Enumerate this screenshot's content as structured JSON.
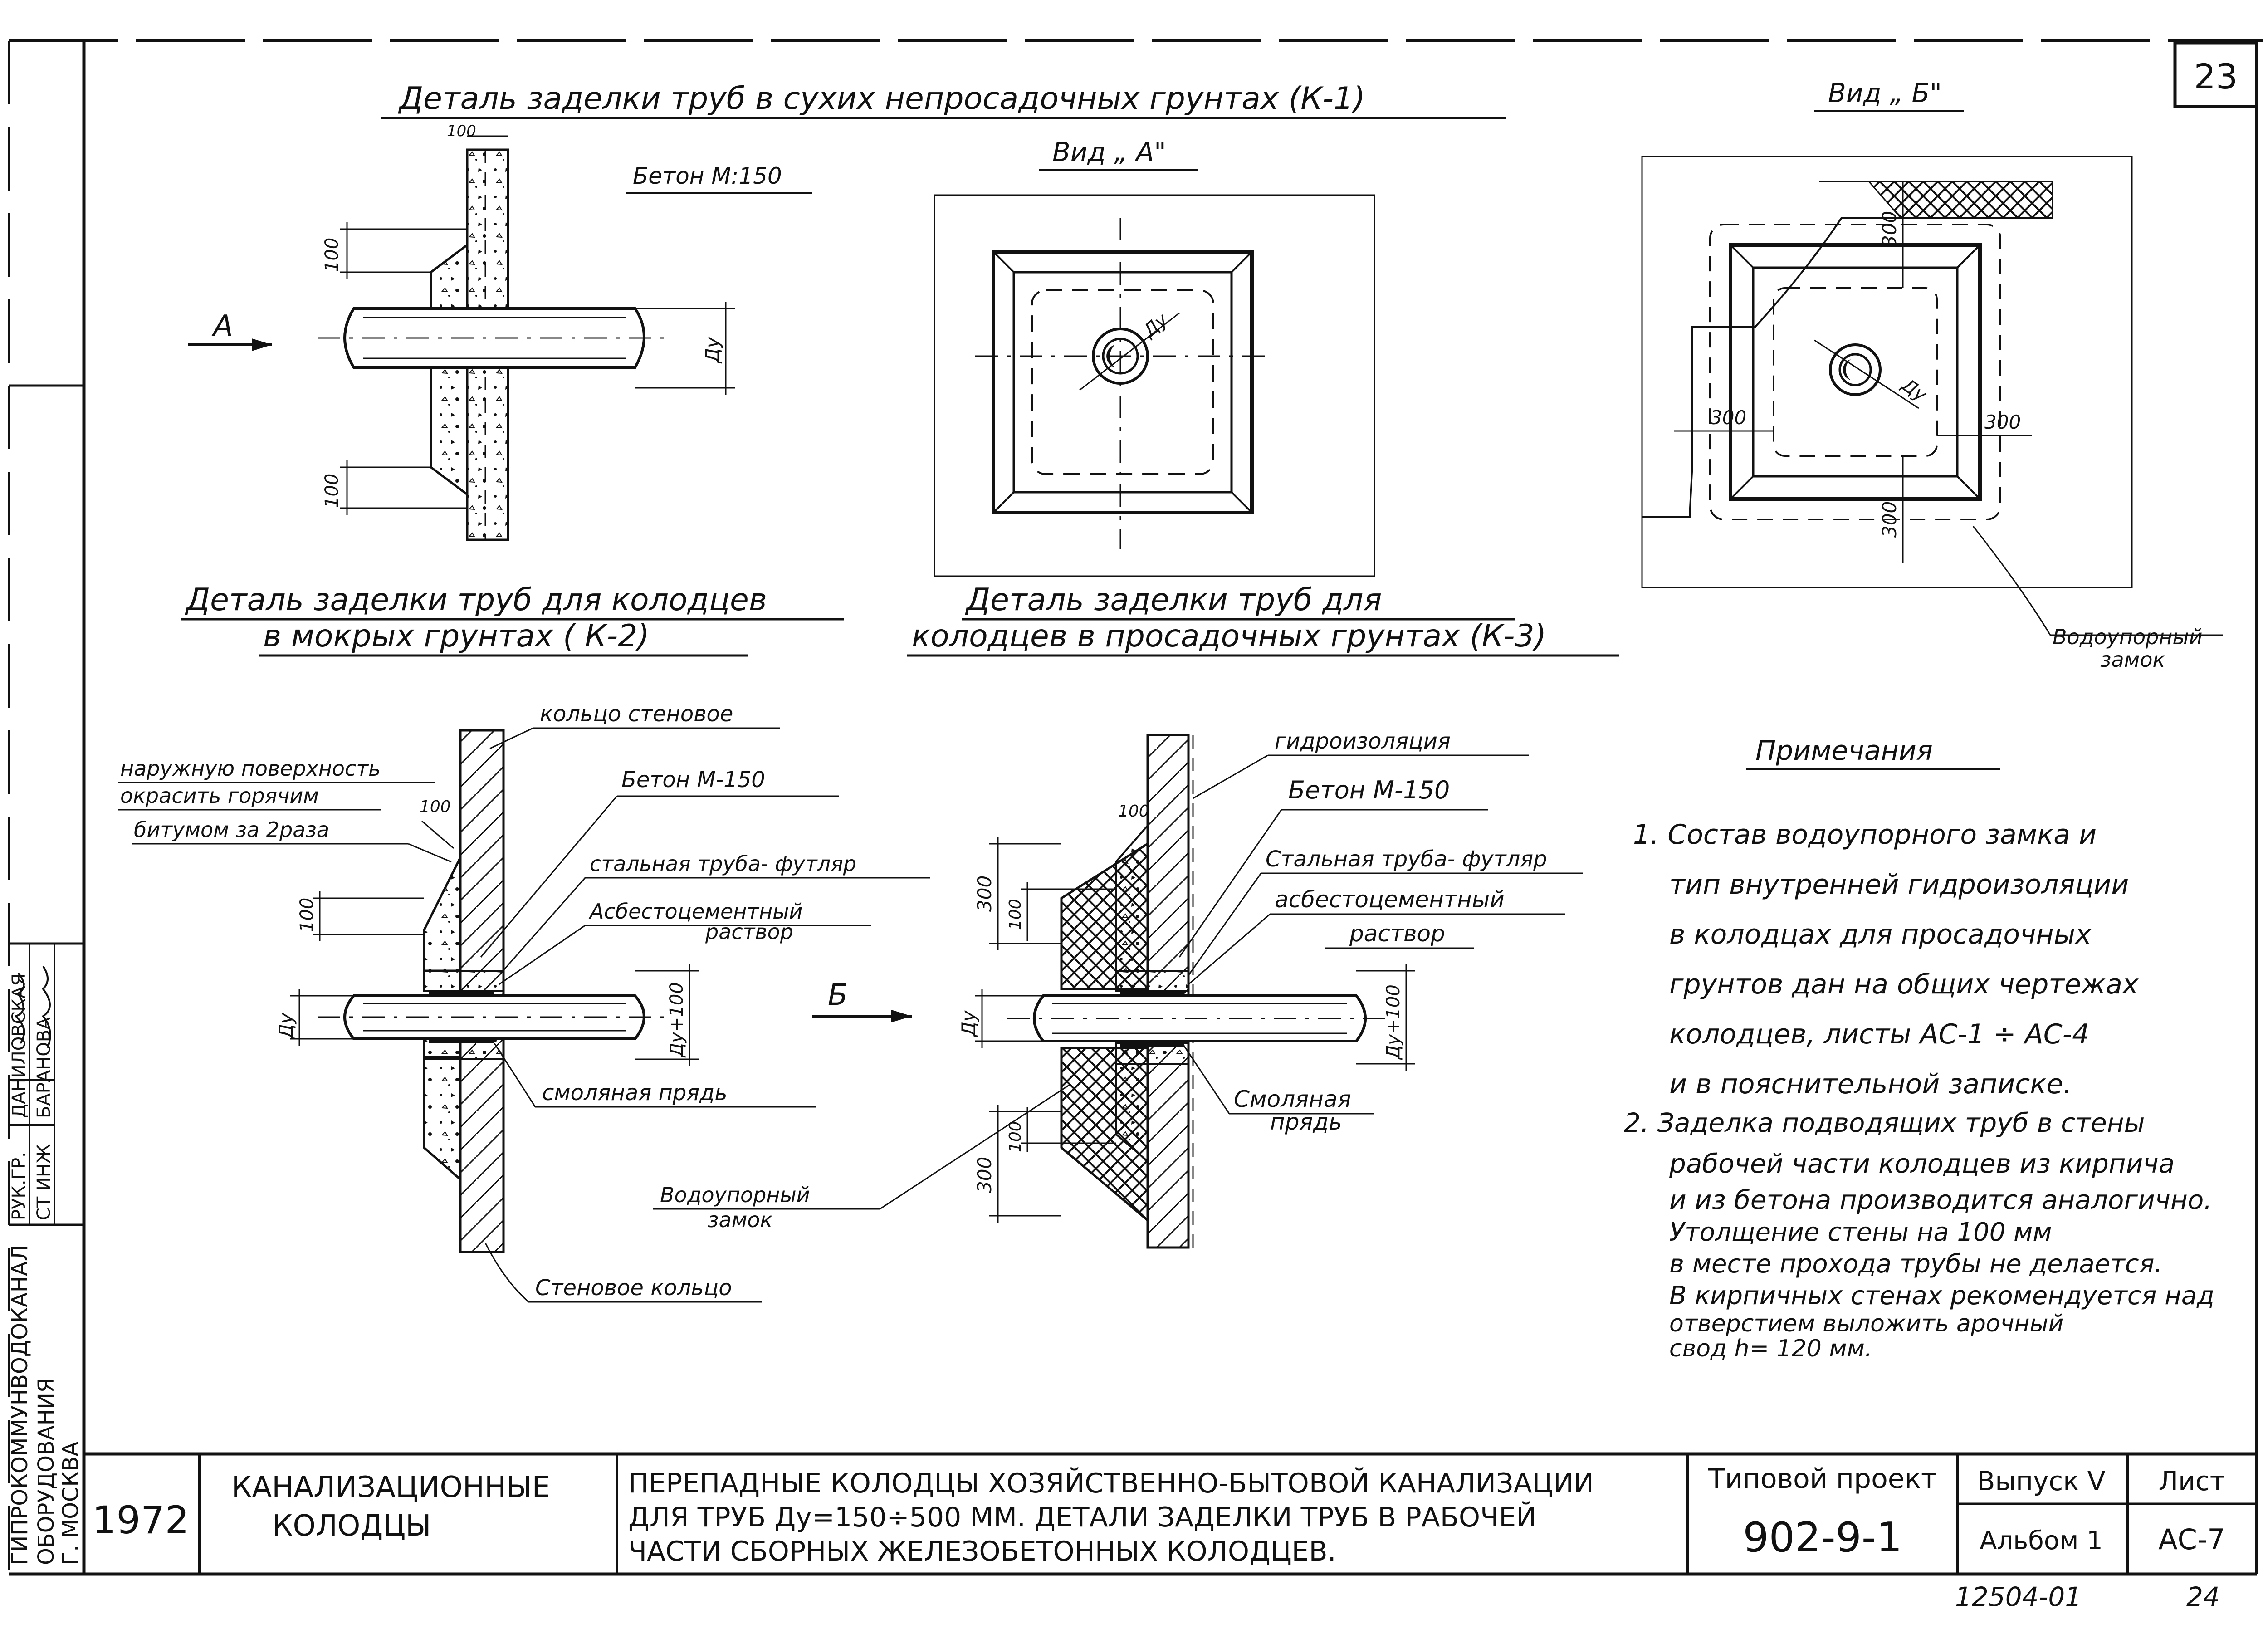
{
  "sheet_number": "23",
  "titles": {
    "k1": "Деталь заделки труб в сухих непросадочных грунтах (К-1)",
    "k2_line1": "Деталь заделки труб для колодцев",
    "k2_line2": "в мокрых грунтах ( К-2)",
    "k3_line1": "Деталь заделки труб для",
    "k3_line2": "колодцев в просадочных грунтах (К-3)",
    "view_a": "Вид „ А\"",
    "view_b": "Вид „ Б\""
  },
  "labels": {
    "beton_m150_k1": "Бетон М:150",
    "arrow_a": "А",
    "arrow_b": "Б",
    "dim_100": "100",
    "dim_300": "300",
    "du": "Ду",
    "du_100": "Ду+100",
    "vodoupor_zamok_line1": "Водоупорный",
    "vodoupor_zamok_line2": "замок",
    "k2_ring": "кольцо стеновое",
    "k2_paint_1": "наружную поверхность",
    "k2_paint_2": "окрасить горячим",
    "k2_paint_3": "битумом за 2раза",
    "k2_beton": "Бетон М-150",
    "k2_steel": "стальная труба- футляр",
    "k2_asb_1": "Асбестоцементный",
    "k2_asb_2": "раствор",
    "k2_smol": "смоляная прядь",
    "k2_ring_bottom": "Стеновое кольцо",
    "k3_hydro": "гидроизоляция",
    "k3_beton": "Бетон М-150",
    "k3_steel": "Стальная труба- футляр",
    "k3_asb_1": "асбестоцементный",
    "k3_asb_2": "раствор",
    "k3_smol_1": "Смоляная",
    "k3_smol_2": "прядь"
  },
  "notes": {
    "title": "Примечания",
    "lines": [
      "1. Состав водоупорного замка и",
      "тип внутренней гидроизоляции",
      "в колодцах для просадочных",
      "грунтов дан на общих чертежах",
      "колодцев, листы АС-1 ÷ АС-4",
      "и в пояснительной записке.",
      "2. Заделка подводящих труб в стены",
      "рабочей части колодцев из кирпича",
      "и из бетона производится аналогично.",
      "Утолщение стены на 100 мм",
      "в месте прохода трубы не делается.",
      "В кирпичных стенах рекомендуется над",
      "отверстием выложить арочный",
      "свод h= 120 мм."
    ]
  },
  "side_stamp": {
    "org_1": "ГИПРОКОММУНВОДОКАНАЛ",
    "org_2": "ОБОРУДОВАНИЯ",
    "org_3": "Г. МОСКВА",
    "role_1": "РУК.ГР.",
    "name_1": "ДАНИЛОВСКАЯ",
    "role_2": "СТ ИНЖ",
    "name_2": "БАРАНОВА"
  },
  "title_block": {
    "year": "1972",
    "category_1": "КАНАЛИЗАЦИОННЫЕ",
    "category_2": "КОЛОДЦЫ",
    "desc_1": "ПЕРЕПАДНЫЕ КОЛОДЦЫ ХОЗЯЙСТВЕННО-БЫТОВОЙ КАНАЛИЗАЦИИ",
    "desc_2": "ДЛЯ ТРУБ Ду=150÷500 ММ. ДЕТАЛИ ЗАДЕЛКИ ТРУБ В РАБОЧЕЙ",
    "desc_3": "ЧАСТИ СБОРНЫХ ЖЕЛЕЗОБЕТОННЫХ КОЛОДЦЕВ.",
    "project_label": "Типовой проект",
    "project_number": "902-9-1",
    "issue_label": "Выпуск Ⅴ",
    "album": "Альбом 1",
    "sheet_label": "Лист",
    "sheet_code": "АС-7"
  },
  "footer": {
    "archive_number": "12504-01",
    "page": "24"
  }
}
